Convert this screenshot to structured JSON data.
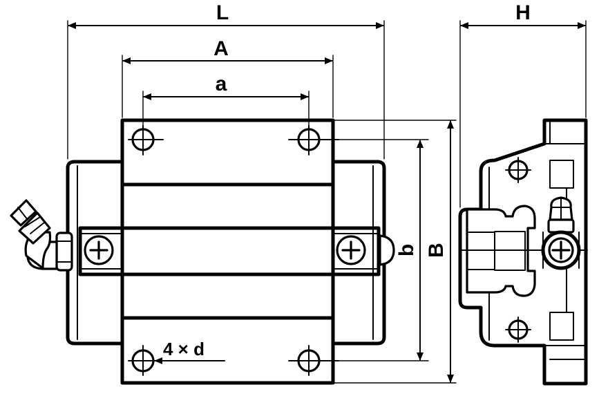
{
  "labels": {
    "L": "L",
    "A": "A",
    "a": "a",
    "H": "H",
    "b": "b",
    "B": "B",
    "hole": "4 × d"
  }
}
